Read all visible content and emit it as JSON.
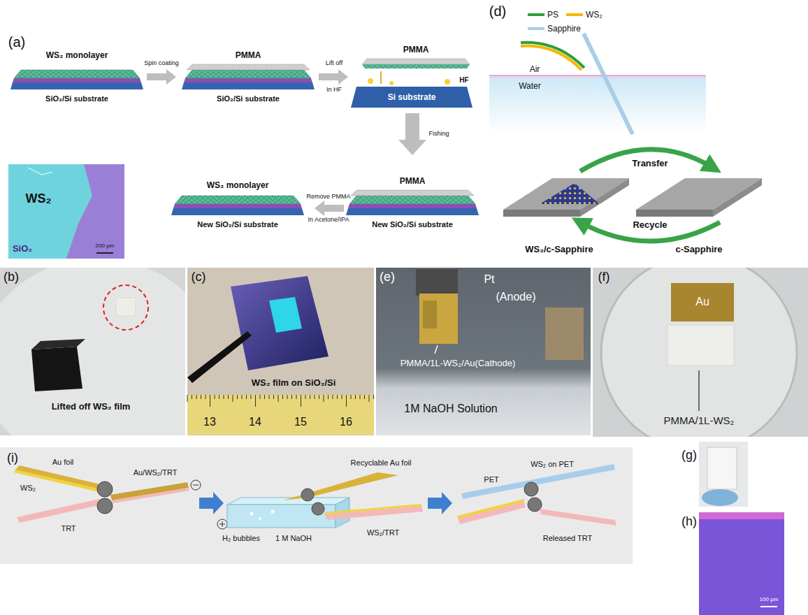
{
  "diagram": {
    "labels": [
      "(a)",
      "WS₂ monolayer",
      "SiO₂/Si substrate",
      "Spin coating",
      "PMMA",
      "SiO₂/Si substrate",
      "Lift off",
      "In HF",
      "PMMA",
      "Si substrate",
      "HF",
      "Fishing",
      "PMMA",
      "New SiO₂/Si substrate",
      "Remove PMMA",
      "In Acetone/IPA",
      "WS₂ monolayer",
      "New SiO₂/Si substrate",
      "WS₂",
      "SiO₂",
      "200 μm",
      "(d)",
      "Air",
      "Water",
      "Transfer",
      "Recycle",
      "WS₂/c-Sapphire",
      "c-Sapphire",
      "(b)",
      "Lifted off WS₂ film",
      "(c)",
      "WS₂ film on SiO₂/Si",
      "13",
      "14",
      "15",
      "16",
      "(e)",
      "Pt",
      "(Anode)",
      "PMMA/1L-WS₂/Au(Cathode)",
      "1M NaOH Solution",
      "(f)",
      "Au",
      "PMMA/1L-WS₂",
      "(g)",
      "(h)",
      "100 μm",
      "(i)",
      "Au foil",
      "Au/WS₂/TRT",
      "WS₂",
      "TRT",
      "Recyclable Au foil",
      "H₂ bubbles",
      "1 M NaOH",
      "WS₂/TRT",
      "PET",
      "WS₂ on PET",
      "Released TRT"
    ],
    "legend": [
      {
        "text": "PS",
        "color": "#2e9e3e"
      },
      {
        "text": "WS₂",
        "color": "#f5b800"
      },
      {
        "text": "Sapphire",
        "color": "#a9cde8"
      }
    ]
  }
}
